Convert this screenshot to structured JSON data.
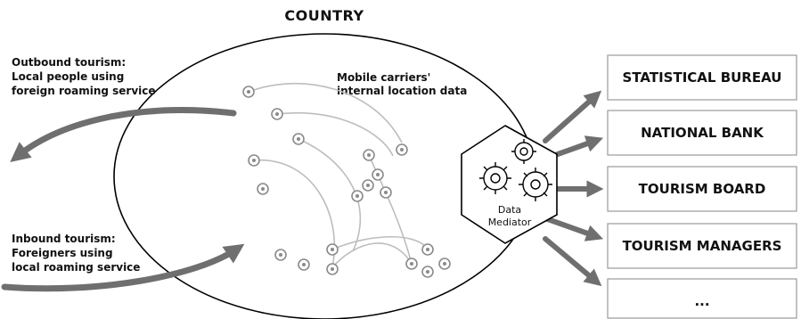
{
  "title": "COUNTRY",
  "outbound": [
    "Outbound tourism:",
    "Local people using",
    "foreign roaming service"
  ],
  "inbound": [
    "Inbound tourism:",
    "Foreigners using",
    "local roaming service"
  ],
  "mobile_data": [
    "Mobile carriers'",
    "internal location data"
  ],
  "mediator": [
    "Data",
    "Mediator"
  ],
  "agencies": [
    "STATISTICAL BUREAU",
    "NATIONAL BANK",
    "TOURISM BOARD",
    "TOURISM MANAGERS",
    "..."
  ],
  "colors": {
    "arrow": "#6f6f6f",
    "node_stroke": "#8a8a8a",
    "trace": "#bdbdbd",
    "outline": "#000000",
    "box_border": "#9a9a9a"
  },
  "icons": {
    "gears": "gears-icon",
    "node": "location-node-icon"
  }
}
